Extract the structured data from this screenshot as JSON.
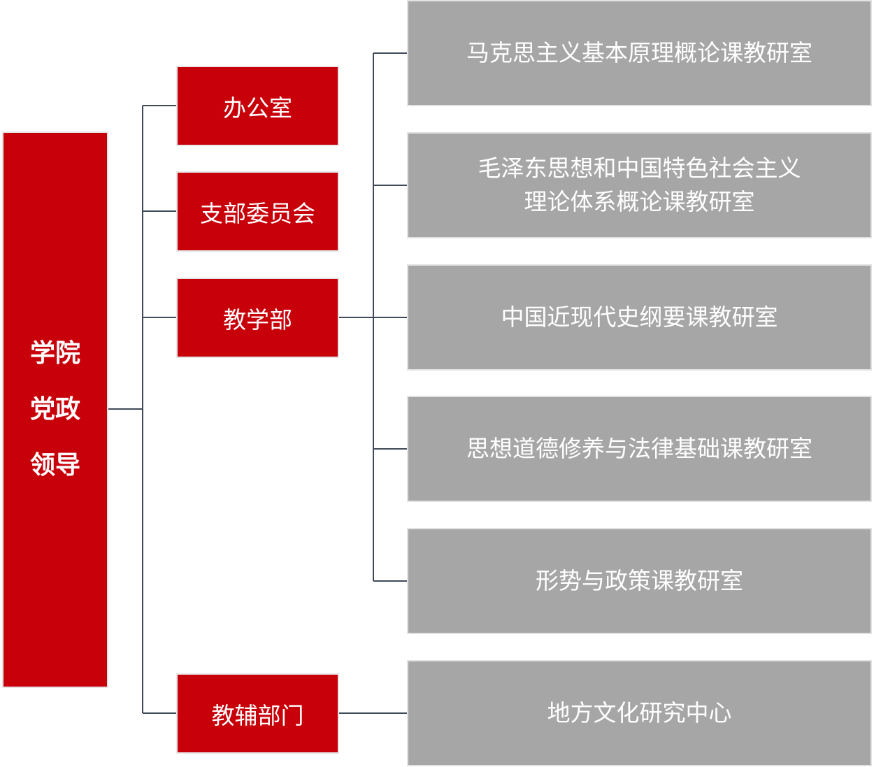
{
  "lead": {
    "line1": "学院",
    "line2": "党政",
    "line3": "领导"
  },
  "departments": {
    "office": "办公室",
    "branch_committee": "支部委员会",
    "teaching": "教学部",
    "support": "教辅部门"
  },
  "teaching_offices": {
    "marxism": "马克思主义基本原理概论课教研室",
    "mao_line1": "毛泽东思想和中国特色社会主义",
    "mao_line2": "理论体系概论课教研室",
    "history": "中国近现代史纲要课教研室",
    "morality": "思想道德修养与法律基础课教研室",
    "policy": "形势与政策课教研室"
  },
  "support_offices": {
    "culture": "地方文化研究中心"
  },
  "colors": {
    "red": "#c8000a",
    "gray": "#a6a6a6",
    "connector": "#3f4a58"
  }
}
